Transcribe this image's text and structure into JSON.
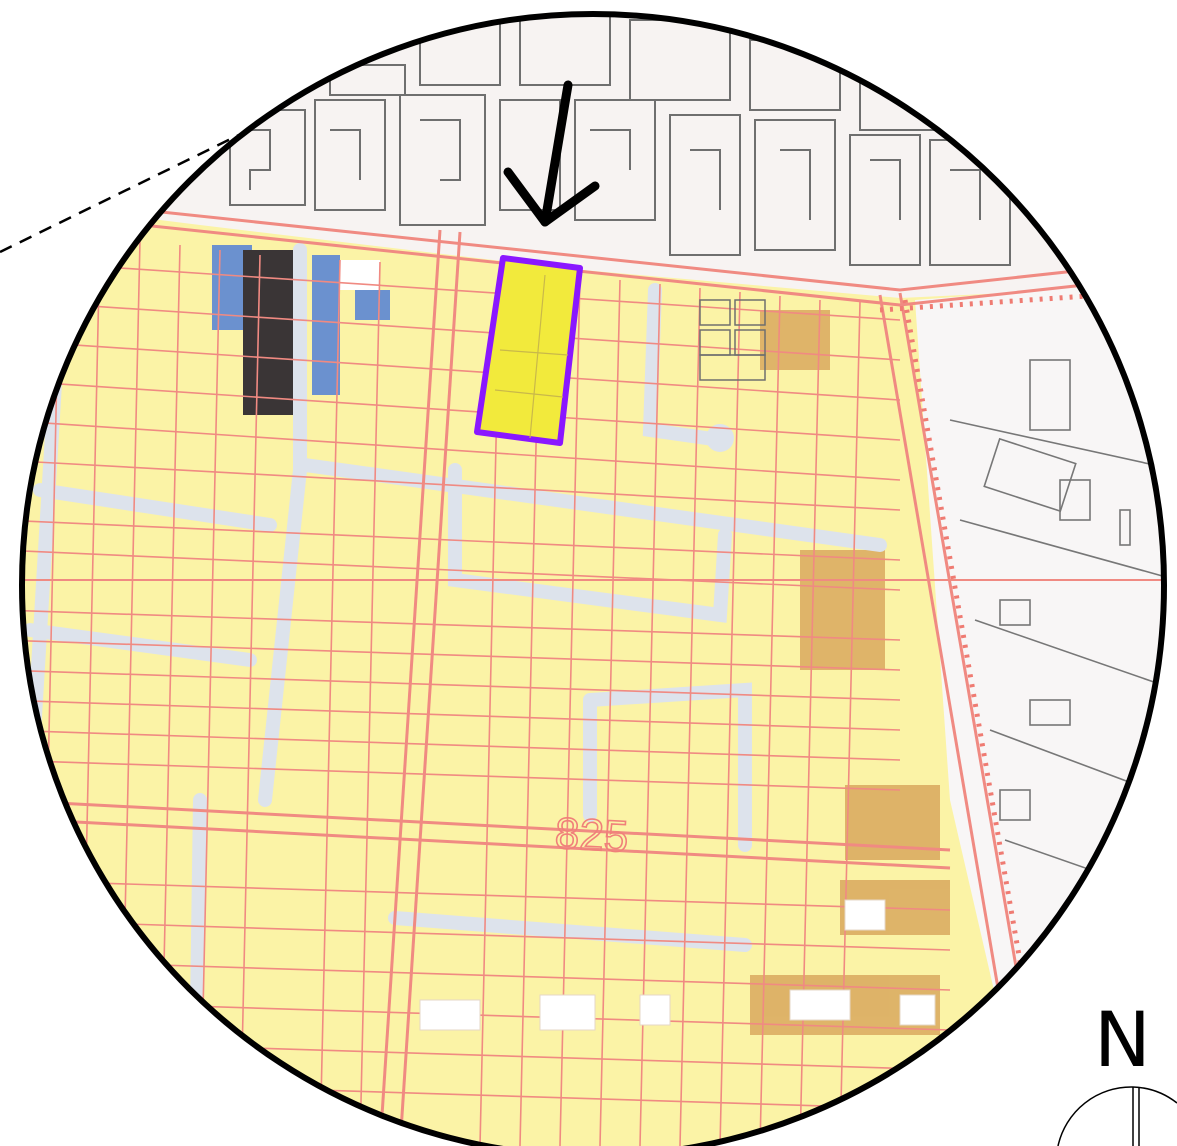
{
  "map": {
    "zone_number": "825",
    "north_label": "N",
    "highlighted_parcel": "site-parcel",
    "colors": {
      "residential_fill": "#fbf3a6",
      "highlight_fill": "#f2ea3c",
      "highlight_outline": "#8a17ff",
      "street_line": "#f08a82",
      "zone_label": "#f0807a",
      "road_fill": "#e8ecf0",
      "built_block": "#c89a4a",
      "commercial_block": "#5b86d4",
      "dark_block": "#3a3536",
      "existing_buildings": "#6f6f6f",
      "frame": "#000000"
    }
  }
}
